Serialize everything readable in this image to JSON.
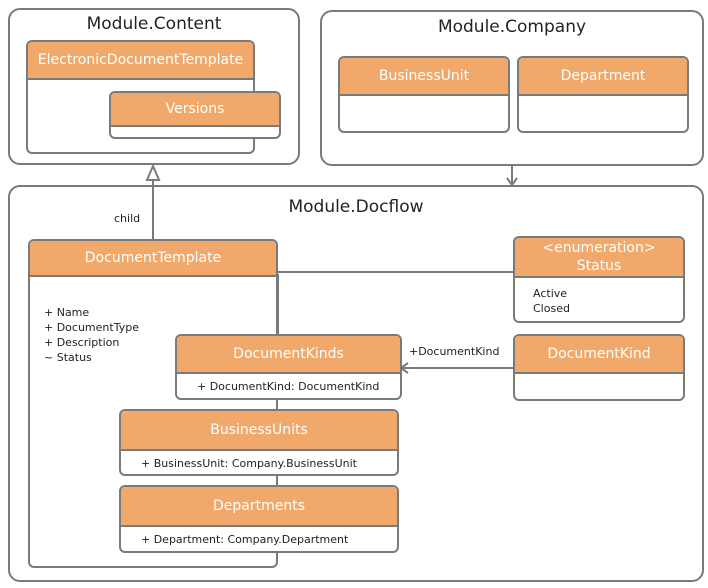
{
  "modules": {
    "content": "Module.Content",
    "company": "Module.Company",
    "docflow": "Module.Docflow"
  },
  "classes": {
    "electronic_document_template": "ElectronicDocumentTemplate",
    "versions": "Versions",
    "business_unit": "BusinessUnit",
    "department": "Department",
    "document_template": {
      "name": "DocumentTemplate",
      "attributes": [
        "+  Name",
        "+  DocumentType",
        "+  Description",
        "~  Status"
      ]
    },
    "status_enum": {
      "stereotype": "<enumeration>",
      "name": "Status",
      "values": [
        "Active",
        "Closed"
      ]
    },
    "document_kinds": {
      "name": "DocumentKinds",
      "attribute": "+  DocumentKind: DocumentKind"
    },
    "document_kind": "DocumentKind",
    "business_units": {
      "name": "BusinessUnits",
      "attribute": "+  BusinessUnit: Company.BusinessUnit"
    },
    "departments": {
      "name": "Departments",
      "attribute": "+  Department: Company.Department"
    }
  },
  "labels": {
    "child": "child",
    "document_kind_role": "+DocumentKind"
  }
}
